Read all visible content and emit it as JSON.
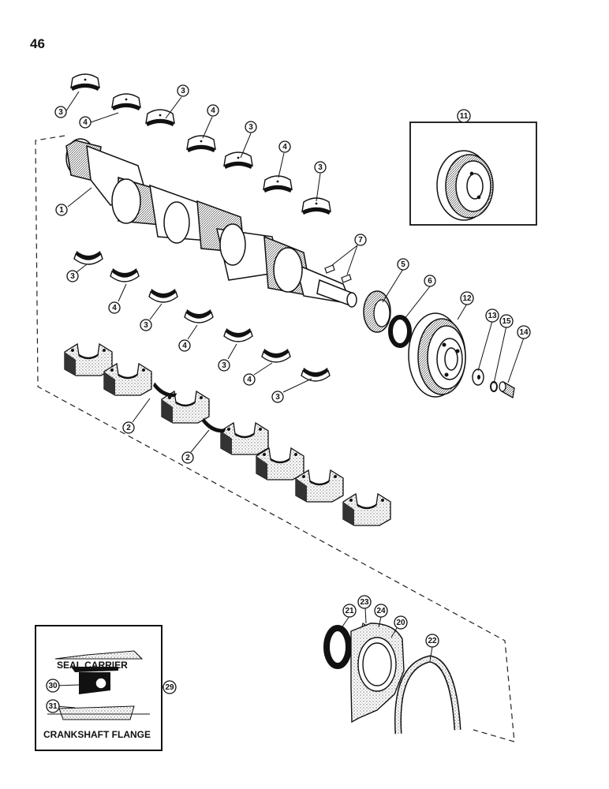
{
  "page_number": "46",
  "inset_seal": {
    "label_top": "SEAL CARRIER",
    "label_bottom": "CRANKSHAFT FLANGE"
  },
  "callouts": [
    {
      "id": "c3a",
      "text": "3"
    },
    {
      "id": "c4a",
      "text": "4"
    },
    {
      "id": "c3b",
      "text": "3"
    },
    {
      "id": "c4b",
      "text": "4"
    },
    {
      "id": "c3c",
      "text": "3"
    },
    {
      "id": "c4c",
      "text": "4"
    },
    {
      "id": "c3d",
      "text": "3"
    },
    {
      "id": "c1",
      "text": "1"
    },
    {
      "id": "c11",
      "text": "11"
    },
    {
      "id": "c7",
      "text": "7"
    },
    {
      "id": "c5",
      "text": "5"
    },
    {
      "id": "c6",
      "text": "6"
    },
    {
      "id": "c12",
      "text": "12"
    },
    {
      "id": "c13",
      "text": "13"
    },
    {
      "id": "c15",
      "text": "15"
    },
    {
      "id": "c14",
      "text": "14"
    },
    {
      "id": "c3e",
      "text": "3"
    },
    {
      "id": "c4d",
      "text": "4"
    },
    {
      "id": "c3f",
      "text": "3"
    },
    {
      "id": "c4e",
      "text": "4"
    },
    {
      "id": "c3g",
      "text": "3"
    },
    {
      "id": "c4f",
      "text": "4"
    },
    {
      "id": "c3h",
      "text": "3"
    },
    {
      "id": "c2a",
      "text": "2"
    },
    {
      "id": "c2b",
      "text": "2"
    },
    {
      "id": "c21",
      "text": "21"
    },
    {
      "id": "c23",
      "text": "23"
    },
    {
      "id": "c24",
      "text": "24"
    },
    {
      "id": "c20",
      "text": "20"
    },
    {
      "id": "c22",
      "text": "22"
    },
    {
      "id": "c29",
      "text": "29"
    },
    {
      "id": "c30",
      "text": "30"
    },
    {
      "id": "c31",
      "text": "31"
    }
  ]
}
